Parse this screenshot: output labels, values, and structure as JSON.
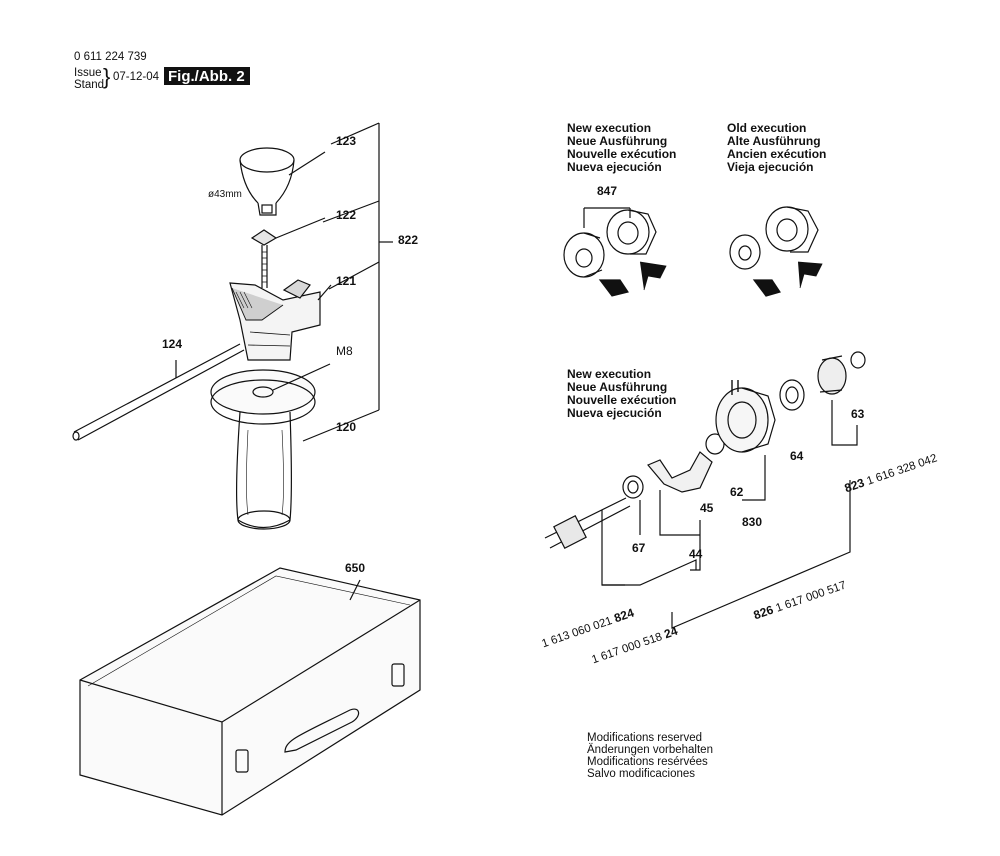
{
  "header": {
    "doc_number": "0 611 224 739",
    "issue": "Issue",
    "stand": "Stand",
    "date": "07-12-04",
    "fig": "Fig./Abb. 2"
  },
  "parts": {
    "p123": "123",
    "p122": "122",
    "p121": "121",
    "p822": "822",
    "p124": "124",
    "m8": "M8",
    "p120": "120",
    "p650": "650",
    "dia": "ø43mm",
    "p847": "847",
    "p63": "63",
    "p64": "64",
    "p62": "62",
    "p830": "830",
    "p45": "45",
    "p67": "67",
    "p44": "44",
    "p824": "824",
    "p24": "24",
    "p826": "826",
    "p823": "823"
  },
  "part_numbers": {
    "pn823": "1 616 328 042",
    "pn824": "1 613 060 021",
    "pn24": "1 617 000 518",
    "pn826": "1 617 000 517"
  },
  "new_execution_top": [
    "New execution",
    "Neue Ausführung",
    "Nouvelle exécution",
    "Nueva ejecución"
  ],
  "old_execution": [
    "Old execution",
    "Alte Ausführung",
    "Ancien exécution",
    "Vieja ejecución"
  ],
  "new_execution_mid": [
    "New execution",
    "Neue Ausführung",
    "Nouvelle exécution",
    "Nueva ejecución"
  ],
  "notes": [
    "Modifications reserved",
    "Änderungen vorbehalten",
    "Modifications resérvées",
    "Salvo modificaciones"
  ]
}
